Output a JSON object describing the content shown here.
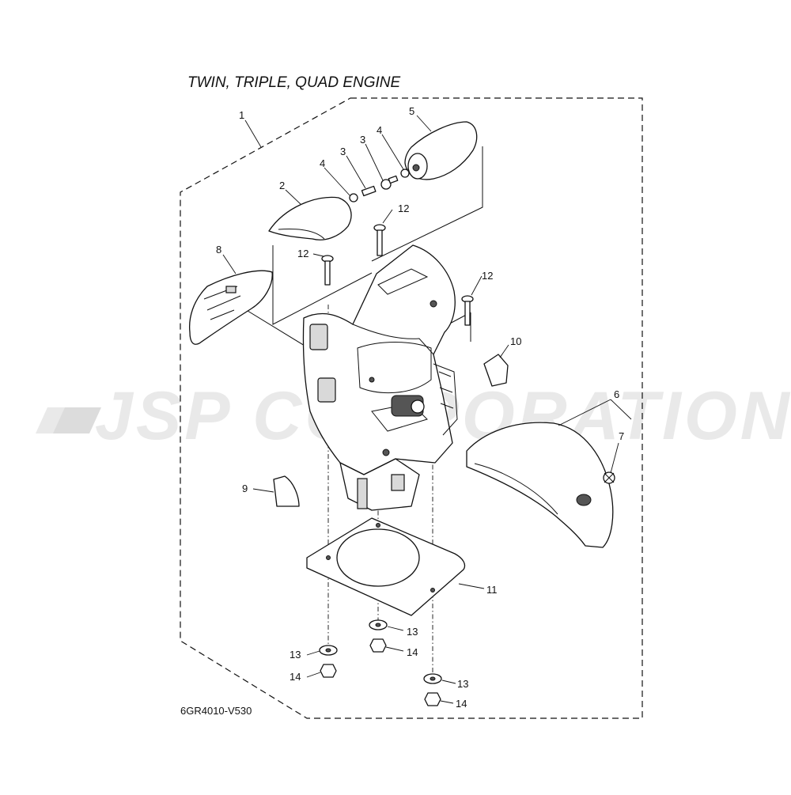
{
  "diagram": {
    "title": "TWIN, TRIPLE, QUAD ENGINE",
    "drawing_code": "6GR4010-V530",
    "watermark": "JSP CORPORATION",
    "callouts": {
      "c1": "1",
      "c2": "2",
      "c3a": "3",
      "c3b": "3",
      "c4a": "4",
      "c4b": "4",
      "c5": "5",
      "c6": "6",
      "c7": "7",
      "c8": "8",
      "c9": "9",
      "c10": "10",
      "c11": "11",
      "c12a": "12",
      "c12b": "12",
      "c12c": "12",
      "c13a": "13",
      "c13b": "13",
      "c13c": "13",
      "c14a": "14",
      "c14b": "14",
      "c14c": "14"
    }
  }
}
